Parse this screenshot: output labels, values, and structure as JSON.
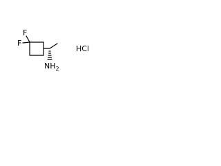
{
  "molecule": {
    "atoms": {
      "fluorine_top": "F",
      "fluorine_bottom": "F",
      "amine": "NH",
      "amine_subscript": "2",
      "salt": "HCl"
    }
  }
}
